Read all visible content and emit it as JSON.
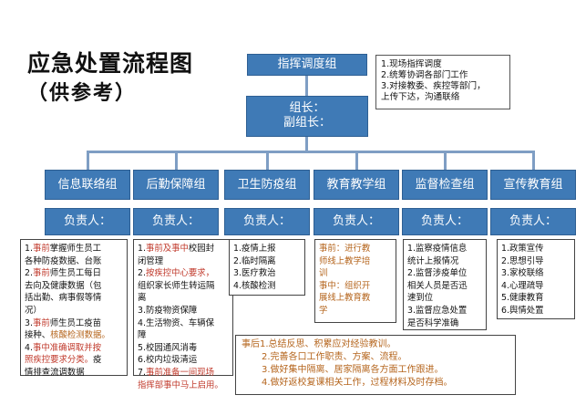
{
  "title": "应急处置流程图",
  "subtitle": "（供参考）",
  "command": "指挥调度组",
  "leader": {
    "line1": "组长：",
    "line2": "副组长："
  },
  "duties": [
    "1.现场指挥调度",
    "2.统筹协调各部门工作",
    "3.对接教委、疾控等部门，",
    "上传下达，沟通联络"
  ],
  "responsible_label": "负责人：",
  "depts": [
    "信息联络组",
    "后勤保障组",
    "卫生防疫组",
    "教育教学组",
    "监督检查组",
    "宣传教育组"
  ],
  "info": {
    "l1a": "1.",
    "l1b": "事前",
    "l1c": "掌握师生员工",
    "l1d": "各种防疫数据、台账",
    "l2a": "2.",
    "l2b": "事前",
    "l2c": "师生员工每日",
    "l2d": "去向及健康数据（包",
    "l2e": "括出勤、病事假等情",
    "l2f": "况）",
    "l3a": "3.",
    "l3b": "事前",
    "l3c": "师生员工疫苗",
    "l3d": "接种、",
    "l3e": "核酸检测数据。",
    "l4a": "4.",
    "l4b": "事中准确调取并按",
    "l4c": "照疾控要求分类。",
    "l4d": "疫",
    "l4e": "情排查流调数据"
  },
  "logistics": {
    "l1a": "1.",
    "l1b": "事前及事中",
    "l1c": "校园封",
    "l1d": "闭管理",
    "l2a": "2.",
    "l2b": "按疾控中心要求，",
    "l2c": "组织家长师生转运隔",
    "l2d": "离",
    "l3": "3.防疫物资保障",
    "l4a": "4.生活物资、车辆保",
    "l4b": "障",
    "l5": "5.校园通风消毒",
    "l6": "6.校内垃圾清运",
    "l7a": "7.",
    "l7b": "事前准备一间现场",
    "l7c": "指挥部事中马上启用。"
  },
  "health": [
    "1.疫情上报",
    "2.临时隔离",
    "3.医疗救治",
    "4.核酸检测"
  ],
  "teaching": {
    "l1": "事前：进行教",
    "l2": "师线上教学培",
    "l3": "训",
    "l4": "事中：组织开",
    "l5": "展线上教育教",
    "l6": "学"
  },
  "supervision": [
    "1.监察疫情信息",
    "统计上报情况",
    "2.监督涉疫单位",
    "相关人员是否迅",
    "速到位",
    "3.监督应急处置",
    "是否科学准确"
  ],
  "publicity": [
    "1.政策宣传",
    "2.思想引导",
    "3.家校联络",
    "4.心理疏导",
    "5.健康教育",
    "6.舆情处置"
  ],
  "after": [
    "事后1.总结反思、积累应对经验教训。",
    "2.完善各口工作职责、方案、流程。",
    "3.做好集中隔离、居家隔离各方面工作跟进。",
    "4.做好返校复课相关工作，过程材料及时存档。"
  ],
  "colors": {
    "box_blue": "#3f7ab6",
    "connector": "#7f9ec4",
    "accent_red": "#c0392b",
    "accent_orange": "#b5651d"
  }
}
